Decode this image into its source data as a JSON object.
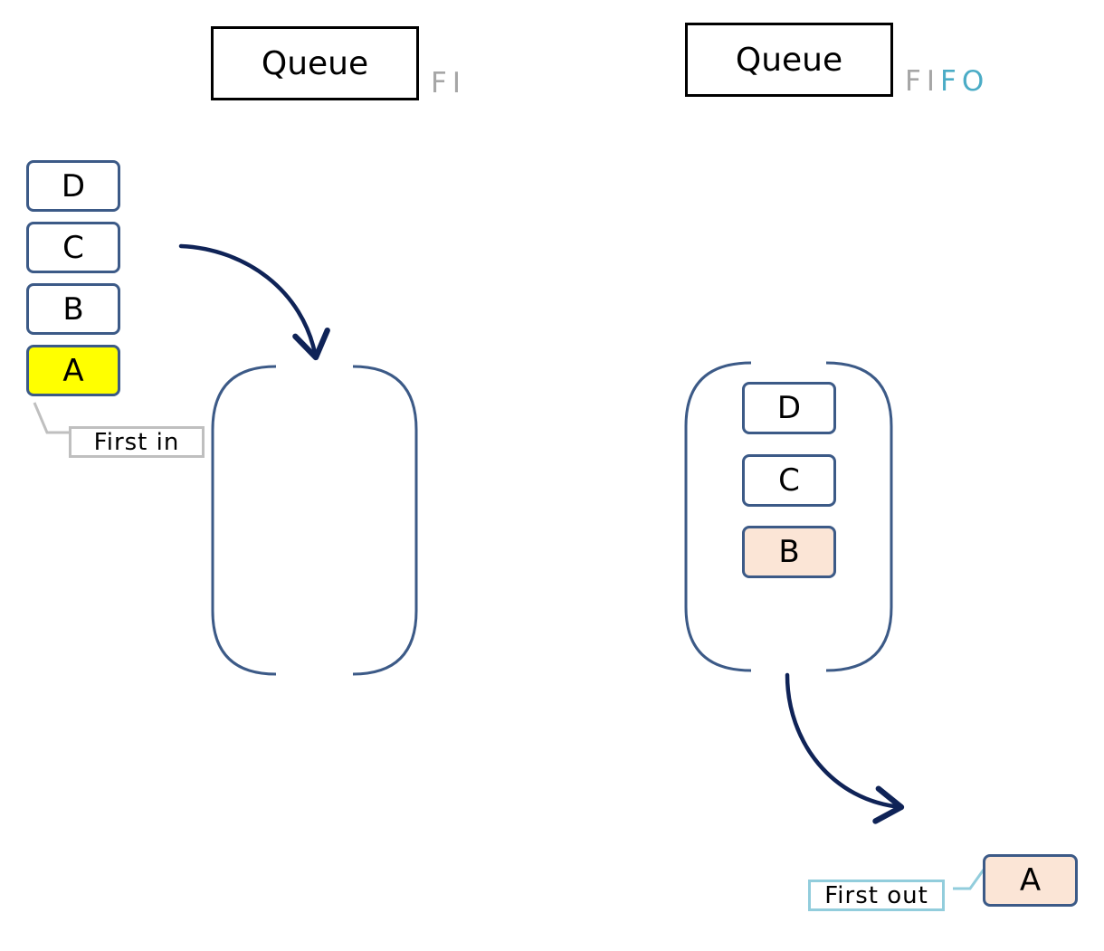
{
  "left": {
    "title": "Queue",
    "acronym": [
      "F",
      "I"
    ],
    "items": [
      "D",
      "C",
      "B",
      "A"
    ],
    "callout": "First in",
    "highlight_color": "#ffff00"
  },
  "right": {
    "title": "Queue",
    "acronym": [
      "F",
      "I",
      "F",
      "O"
    ],
    "items": [
      "D",
      "C",
      "B"
    ],
    "out_item": "A",
    "callout": "First out",
    "highlight_color": "#fbe5d6"
  },
  "colors": {
    "box_border": "#3c5a87",
    "arrow": "#0f2357",
    "acronym_gray": "#a6a6a6",
    "acronym_blue": "#4bacc6",
    "callout_gray": "#bfbfbf",
    "callout_blue": "#92cddc"
  }
}
